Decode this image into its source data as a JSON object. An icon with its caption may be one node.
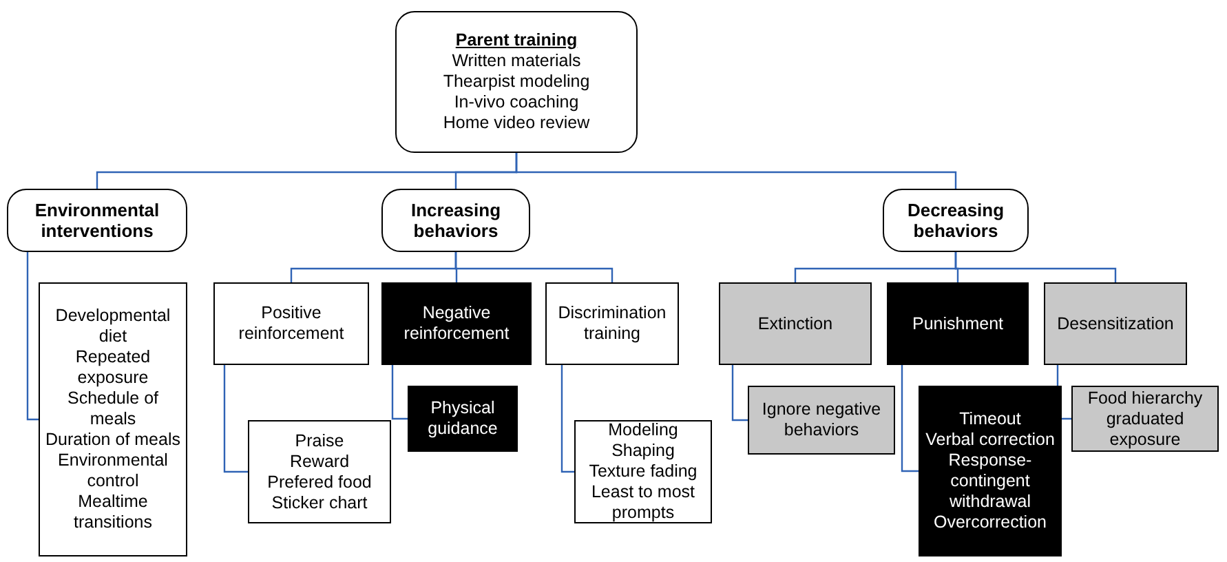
{
  "diagram": {
    "nodes": [
      {
        "text": [
          "Parent training",
          "Written materials",
          "Thearpist modeling",
          "In-vivo coaching",
          "Home video review"
        ]
      },
      {
        "text": [
          "Environmental interventions"
        ]
      },
      {
        "text": [
          "Increasing behaviors"
        ]
      },
      {
        "text": [
          "Decreasing behaviors"
        ]
      },
      {
        "text": [
          "Developmental diet",
          "Repeated exposure",
          "Schedule of meals",
          "Duration of meals",
          "Environmental control",
          "Mealtime transitions"
        ]
      },
      {
        "text": [
          "Positive reinforcement"
        ]
      },
      {
        "text": [
          "Negative reinforcement"
        ]
      },
      {
        "text": [
          "Discrimination training"
        ]
      },
      {
        "text": [
          "Praise",
          "Reward",
          "Prefered food",
          "Sticker chart"
        ]
      },
      {
        "text": [
          "Physical guidance"
        ]
      },
      {
        "text": [
          "Modeling",
          "Shaping",
          "Texture fading",
          "Least to most prompts"
        ]
      },
      {
        "text": [
          "Extinction"
        ]
      },
      {
        "text": [
          "Punishment"
        ]
      },
      {
        "text": [
          "Desensitization"
        ]
      },
      {
        "text": [
          "Ignore negative behaviors"
        ]
      },
      {
        "text": [
          "Timeout",
          "Verbal correction",
          "Response-contingent withdrawal",
          "Overcorrection"
        ]
      },
      {
        "text": [
          "Food hierarchy graduated exposure"
        ]
      }
    ],
    "edges": [
      {
        "from": 0,
        "to": 1,
        "arrow": "none"
      },
      {
        "from": 0,
        "to": 2,
        "arrow": "none"
      },
      {
        "from": 0,
        "to": 3,
        "arrow": "none"
      },
      {
        "from": 1,
        "to": 4,
        "arrow": "none"
      },
      {
        "from": 2,
        "to": 5,
        "arrow": "none"
      },
      {
        "from": 2,
        "to": 6,
        "arrow": "none"
      },
      {
        "from": 2,
        "to": 7,
        "arrow": "none"
      },
      {
        "from": 3,
        "to": 11,
        "arrow": "none"
      },
      {
        "from": 3,
        "to": 12,
        "arrow": "none"
      },
      {
        "from": 3,
        "to": 13,
        "arrow": "none"
      },
      {
        "from": 5,
        "to": 8,
        "arrow": "none"
      },
      {
        "from": 6,
        "to": 9,
        "arrow": "none"
      },
      {
        "from": 7,
        "to": 10,
        "arrow": "none"
      },
      {
        "from": 11,
        "to": 14,
        "arrow": "none"
      },
      {
        "from": 12,
        "to": 15,
        "arrow": "none"
      },
      {
        "from": 13,
        "to": 16,
        "arrow": "none"
      }
    ]
  }
}
